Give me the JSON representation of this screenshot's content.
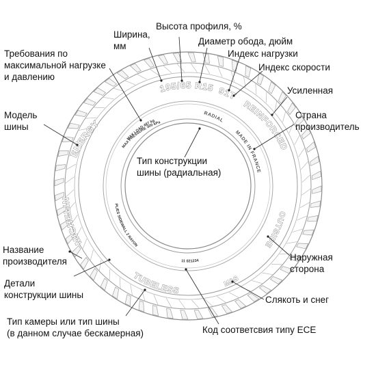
{
  "tire_markings": {
    "size": "195/65 R15",
    "load_speed_index": "91T",
    "reinforced": "REINFORCED",
    "model": "ENERGY",
    "radial": "RADIAL",
    "country": "MADE IN FRANCE",
    "max_load": "MAX LOAD 487 kg",
    "max_pressure": "MAX PRESSURE 300 kPa",
    "brand": "MICHELIN",
    "outside": "OUTSIDE",
    "tubeless": "TUBELESS",
    "mud_snow": "M&S",
    "ece_code": "11 021234",
    "plies": "PLIES SIDEWALL 2 RAYON"
  },
  "callouts": {
    "width": {
      "lines": [
        "Ширина,",
        "мм"
      ]
    },
    "profile_height": {
      "lines": [
        "Высота профиля, %"
      ]
    },
    "rim_diameter": {
      "lines": [
        "Диаметр обода, дюйм"
      ]
    },
    "load_index": {
      "lines": [
        "Индекс нагрузки"
      ]
    },
    "speed_index": {
      "lines": [
        "Индекс скорости"
      ]
    },
    "max_load_pressure": {
      "lines": [
        "Требования по",
        "максимальной нагрузке",
        "и давлению"
      ]
    },
    "reinforced": {
      "lines": [
        "Усиленная"
      ]
    },
    "model": {
      "lines": [
        "Модель",
        "шины"
      ]
    },
    "country": {
      "lines": [
        "Страна",
        "производитель"
      ]
    },
    "construction_type": {
      "lines": [
        "Тип конструкции",
        "шины (радиальная)"
      ]
    },
    "manufacturer": {
      "lines": [
        "Название",
        "производителя"
      ]
    },
    "outside": {
      "lines": [
        "Наружная",
        "сторона"
      ]
    },
    "construction_details": {
      "lines": [
        "Детали",
        "конструкции шины"
      ]
    },
    "mud_snow": {
      "lines": [
        "Слякоть и снег"
      ]
    },
    "tube_type": {
      "lines": [
        "Тип камеры или тип шины",
        "(в данном случае бескамерная)"
      ]
    },
    "ece_code": {
      "lines": [
        "Код соответсвия типу ECE"
      ]
    }
  }
}
